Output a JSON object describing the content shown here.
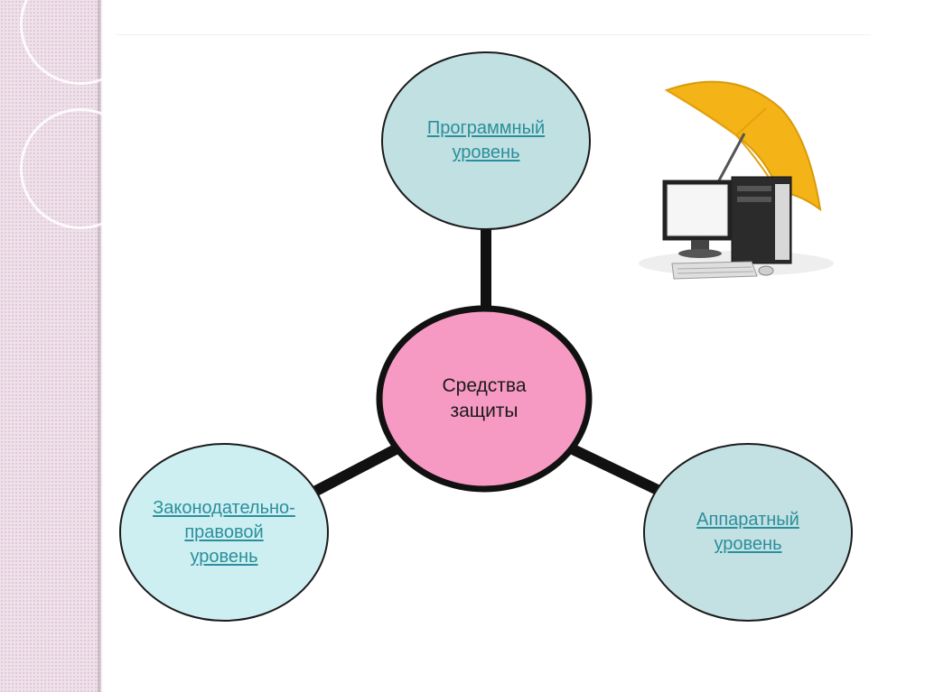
{
  "diagram": {
    "center": {
      "line1": "Средства",
      "line2": "защиты"
    },
    "nodes": [
      {
        "id": "software",
        "line1": "Программный",
        "line2": "уровень"
      },
      {
        "id": "legal",
        "line1": "Законодательно-",
        "line2": "правовой",
        "line3": "уровень"
      },
      {
        "id": "hardware",
        "line1": "Аппаратный",
        "line2": "уровень"
      }
    ]
  },
  "colors": {
    "center_fill": "#f79ac3",
    "software_fill": "#c0e0e2",
    "legal_fill": "#cdeff1",
    "hardware_fill": "#c3e1e3",
    "link_text": "#2a8f9c",
    "umbrella": "#f4b316",
    "sidebar": "#efe1ea"
  },
  "illustration": {
    "icon": "computer-under-umbrella-icon"
  }
}
